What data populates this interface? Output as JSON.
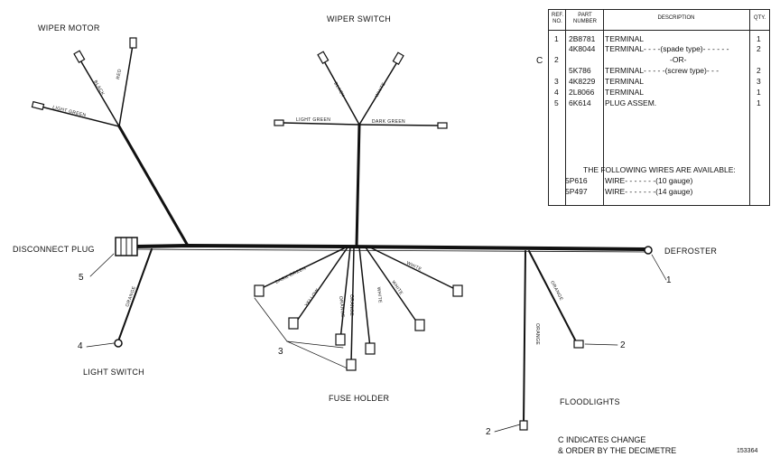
{
  "labels": {
    "wiper_motor": "WIPER MOTOR",
    "wiper_switch": "WIPER SWITCH",
    "disconnect_plug": "DISCONNECT PLUG",
    "defroster": "DEFROSTER",
    "light_switch": "LIGHT SWITCH",
    "fuse_holder": "FUSE HOLDER",
    "floodlights": "FLOODLIGHTS"
  },
  "wire_labels": {
    "black_motor": "BLACK",
    "red": "RED",
    "light_green_motor": "LIGHT GREEN",
    "black_switch": "BLACK",
    "white_switch": "WHITE",
    "light_green_switch": "LIGHT GREEN",
    "dark_green_switch": "DARK GREEN",
    "orange_light": "ORANGE",
    "dark_green_fuse": "DARK GREEN",
    "yellow": "YELLOW",
    "orange_fuse1": "ORANGE",
    "orange_fuse2": "ORANGE",
    "white_fuse1": "WHITE",
    "white_fuse2": "WHITE",
    "white_fuse3": "WHITE",
    "orange_flood": "ORANGE",
    "orange_flood2": "ORANGE"
  },
  "callouts": {
    "c1": "1",
    "c2a": "2",
    "c2b": "2",
    "c3": "3",
    "c4": "4",
    "c5": "5"
  },
  "notes": {
    "change_line1": "C INDICATES CHANGE",
    "change_line2": "& ORDER BY THE DECIMETRE",
    "figure_id": "153364"
  },
  "parts_table": {
    "headers": {
      "ref": "REF. NO.",
      "part": "PART NUMBER",
      "desc": "DESCRIPTION",
      "qty": "QTY."
    },
    "change_marker": "C",
    "rows": [
      {
        "ref": "1",
        "part": "2B8781",
        "desc": "TERMINAL",
        "qty": "1"
      },
      {
        "ref": "",
        "part": "4K8044",
        "desc": "TERMINAL- - - -(spade type)- - - - - -",
        "qty": "2"
      },
      {
        "ref": "2",
        "part": "",
        "desc": "-OR-",
        "qty": ""
      },
      {
        "ref": "",
        "part": "5K786",
        "desc": "TERMINAL- - - - -(screw type)- - -",
        "qty": "2"
      },
      {
        "ref": "3",
        "part": "4K8229",
        "desc": "TERMINAL",
        "qty": "3"
      },
      {
        "ref": "4",
        "part": "2L8066",
        "desc": "TERMINAL",
        "qty": "1"
      },
      {
        "ref": "5",
        "part": "6K614",
        "desc": "PLUG ASSEM.",
        "qty": "1"
      }
    ],
    "wires_note": "THE FOLLOWING WIRES ARE AVAILABLE:",
    "wires": [
      {
        "part": "5P616",
        "desc": "WIRE- - - - - - -(10 gauge)"
      },
      {
        "part": "5P497",
        "desc": "WIRE- - - - - - -(14 gauge)"
      }
    ]
  }
}
